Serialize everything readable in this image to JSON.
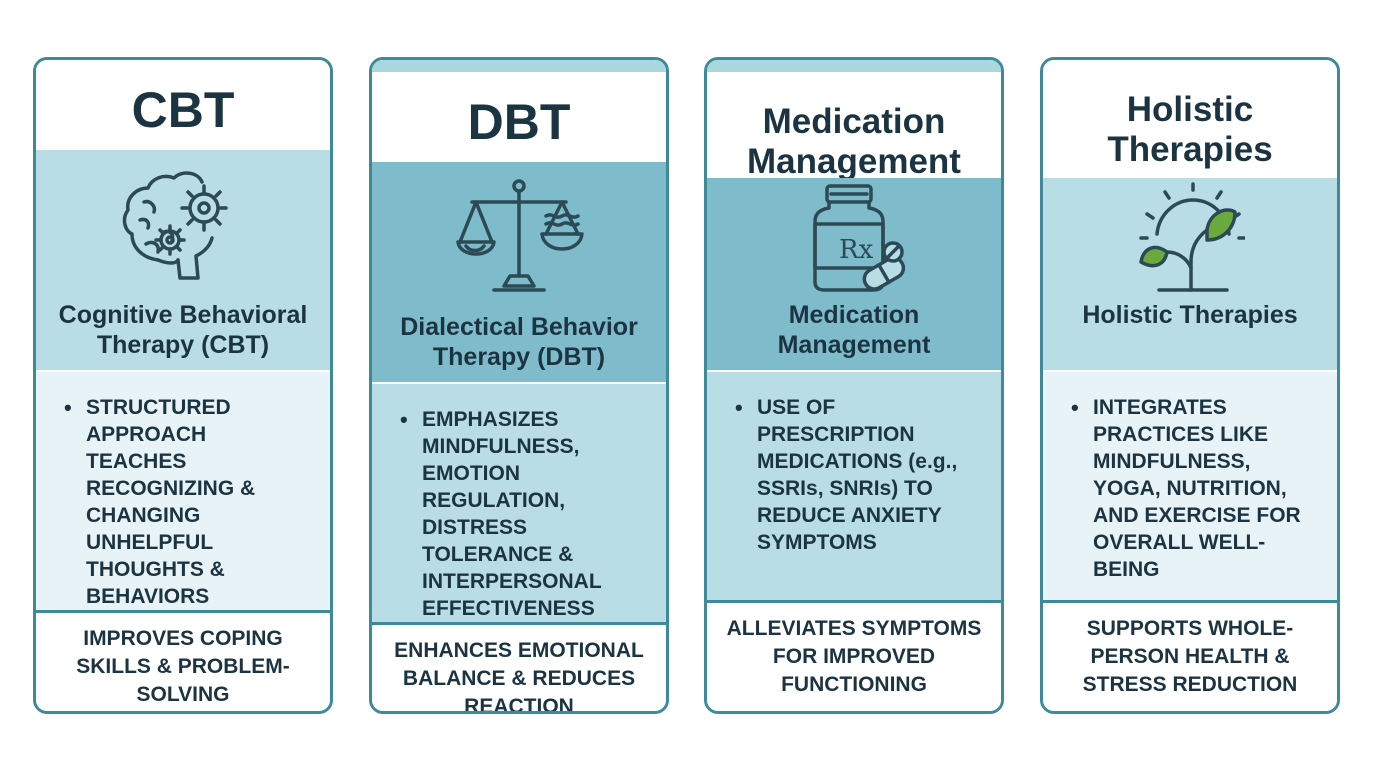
{
  "cards": [
    {
      "title": "CBT",
      "icon": "brain-gears-icon",
      "subtitle": "Cognitive Behavioral Therapy (CBT)",
      "bullets": [
        "STRUCTURED APPROACH TEACHES RECOGNIZING & CHANGING UNHELPFUL THOUGHTS & BEHAVIORS"
      ],
      "outcome": "IMPROVES COPING SKILLS & PROBLEM-SOLVING"
    },
    {
      "title": "DBT",
      "icon": "balance-scale-icon",
      "subtitle": "Dialectical Behavior Therapy (DBT)",
      "bullets": [
        "EMPHASIZES MINDFULNESS, EMOTION REGULATION, DISTRESS TOLERANCE & INTERPERSONAL EFFECTIVENESS"
      ],
      "outcome": "ENHANCES EMOTIONAL BALANCE & REDUCES REACTION"
    },
    {
      "title": "Medication Management",
      "icon": "pill-bottle-icon",
      "icon_text": "Rx",
      "subtitle": "Medication Management",
      "bullets": [
        "USE OF PRESCRIPTION MEDICATIONS (e.g., SSRIs, SNRIs) TO REDUCE ANXIETY SYMPTOMS"
      ],
      "outcome": "ALLEVIATES SYMPTOMS FOR IMPROVED FUNCTIONING"
    },
    {
      "title": "Holistic Therapies",
      "icon": "sprout-sun-icon",
      "subtitle": "Holistic Therapies",
      "bullets": [
        "INTEGRATES PRACTICES LIKE MINDFULNESS, YOGA, NUTRITION, AND EXERCISE FOR OVERALL WELL-BEING"
      ],
      "outcome": "SUPPORTS WHOLE-PERSON HEALTH & STRESS REDUCTION"
    }
  ],
  "colors": {
    "border": "#3f8a98",
    "light_teal": "#b8dde4",
    "mid_teal": "#7fbccb",
    "pale_teal": "#e7f3f6",
    "text": "#1c3442",
    "icon_stroke": "#2c4a55",
    "leaf_green": "#6aaa3c"
  }
}
